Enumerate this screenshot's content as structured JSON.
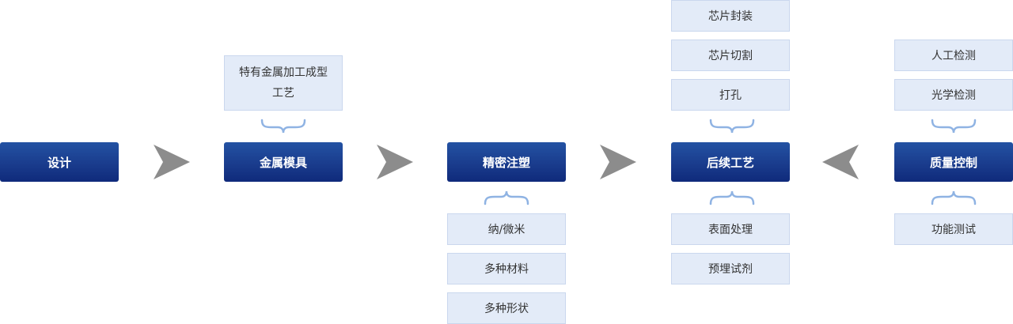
{
  "steps": {
    "design": "设计",
    "mold": "金属模具",
    "molding": "精密注塑",
    "post": "后续工艺",
    "quality": "质量控制"
  },
  "mold_notes": [
    "特有金属加工成型工艺"
  ],
  "molding_notes": [
    "纳/微米",
    "多种材料",
    "多种形状"
  ],
  "post_notes_top": [
    "芯片封装",
    "芯片切割",
    "打孔"
  ],
  "post_notes_bottom": [
    "表面处理",
    "预埋试剂"
  ],
  "quality_notes_top": [
    "人工检测",
    "光学检测"
  ],
  "quality_notes_bottom": [
    "功能测试"
  ],
  "colors": {
    "box_dark": "#0f2a7b",
    "box_light": "#2352a3",
    "note_bg": "#e3ebf8",
    "brace": "#8fb3e3",
    "arrow": "#8c8c8c"
  }
}
